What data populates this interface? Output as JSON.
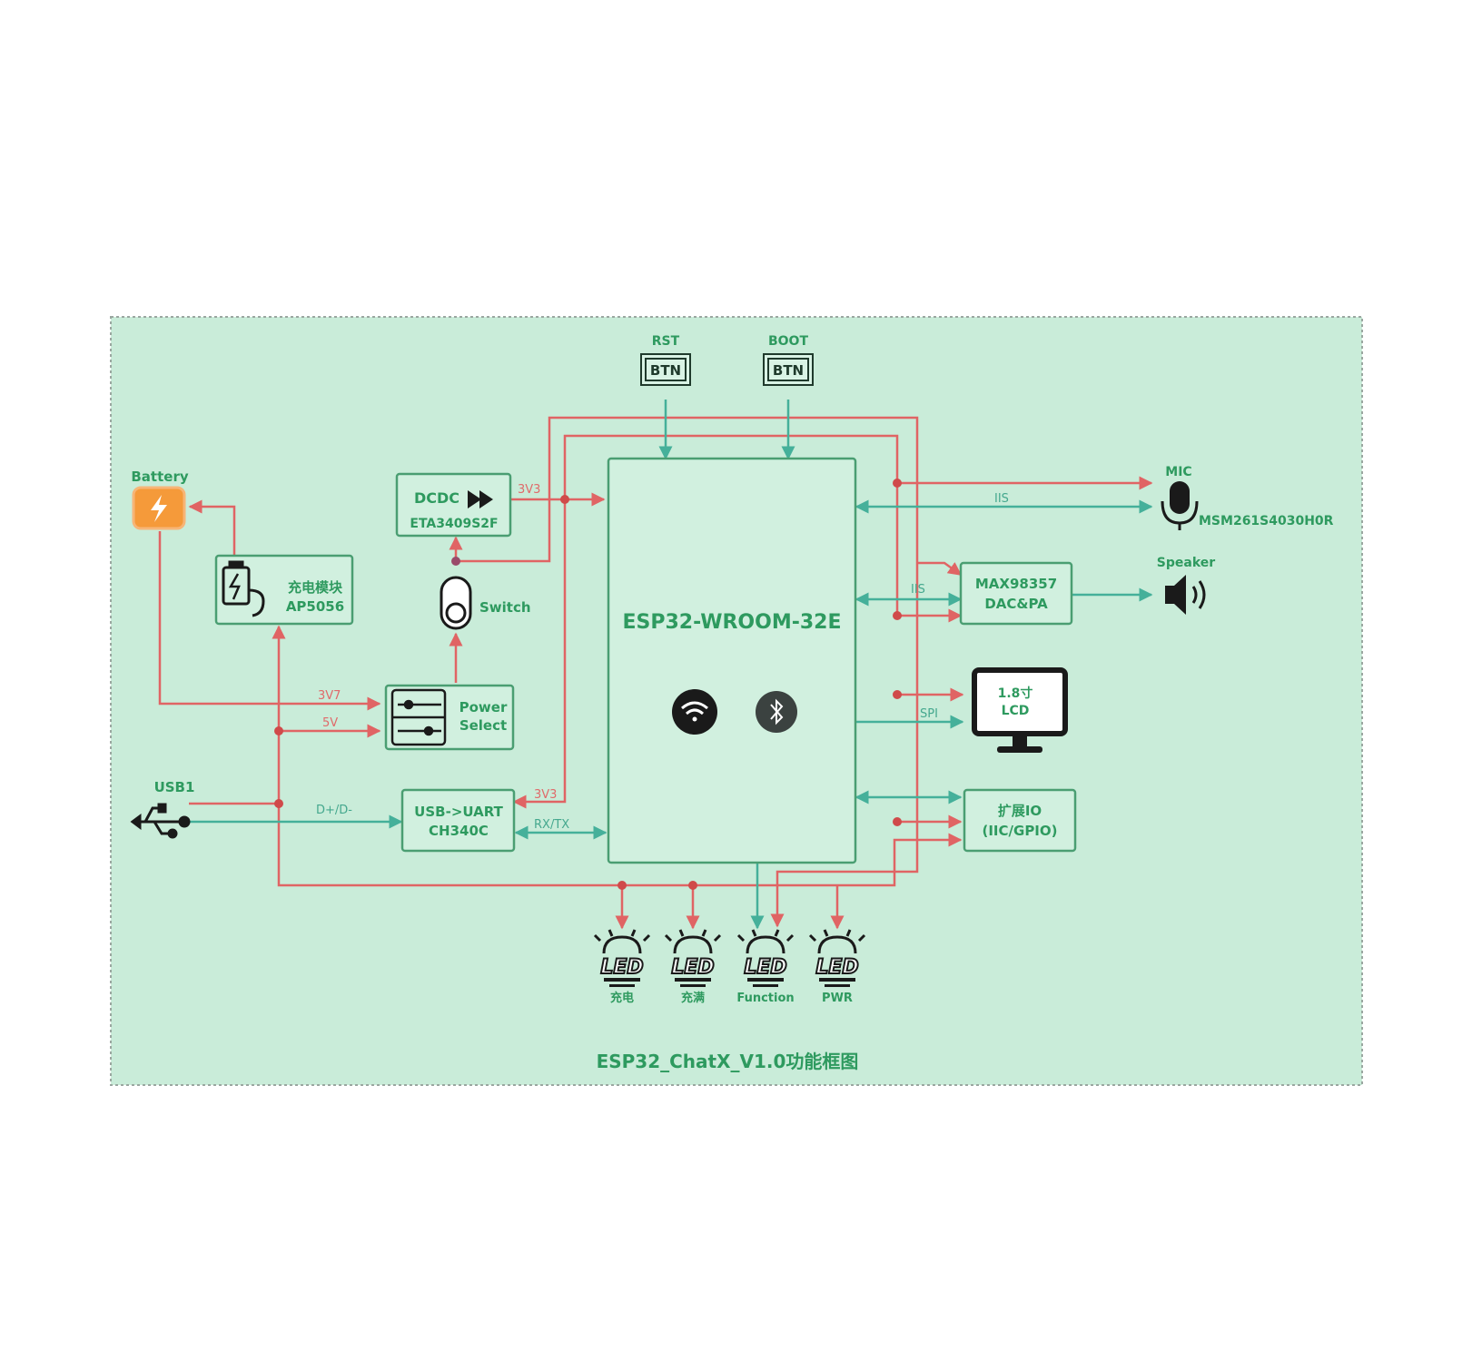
{
  "diagram": {
    "title": "ESP32_ChatX_V1.0功能框图",
    "colors": {
      "background": "#c9ecd9",
      "border": "#9aa7a0",
      "box_fill": "#d1f0df",
      "box_stroke": "#4a9e72",
      "text_green": "#2e9a5f",
      "power_line": "#e06464",
      "signal_line": "#45b09a",
      "battery": "#f59a3a",
      "icon_dark": "#1a1a1a"
    },
    "blocks": {
      "rst_label": "RST",
      "rst_btn": "BTN",
      "boot_label": "BOOT",
      "boot_btn": "BTN",
      "battery_label": "Battery",
      "charger_name": "充电模块",
      "charger_part": "AP5056",
      "dcdc_name": "DCDC",
      "dcdc_part": "ETA3409S2F",
      "switch_label": "Switch",
      "power_select_line1": "Power",
      "power_select_line2": "Select",
      "usb_label": "USB1",
      "uart_line1": "USB->UART",
      "uart_line2": "CH340C",
      "mcu_name": "ESP32-WROOM-32E",
      "mic_label": "MIC",
      "mic_part": "MSM261S4030H0R",
      "dac_line1": "MAX98357",
      "dac_line2": "DAC&PA",
      "speaker_label": "Speaker",
      "lcd_line1": "1.8寸",
      "lcd_line2": "LCD",
      "io_line1": "扩展IO",
      "io_line2": "(IIC/GPIO)"
    },
    "bus_labels": {
      "dcdc_out": "3V3",
      "battery_in": "3V7",
      "usb_5v": "5V",
      "uart_3v3": "3V3",
      "usb_data": "D+/D-",
      "rx_tx": "RX/TX",
      "mic_bus": "IIS",
      "dac_bus": "IIS",
      "lcd_bus": "SPI"
    },
    "leds": [
      {
        "glyph": "LED",
        "label": "充电"
      },
      {
        "glyph": "LED",
        "label": "充满"
      },
      {
        "glyph": "LED",
        "label": "Function"
      },
      {
        "glyph": "LED",
        "label": "PWR"
      }
    ]
  }
}
